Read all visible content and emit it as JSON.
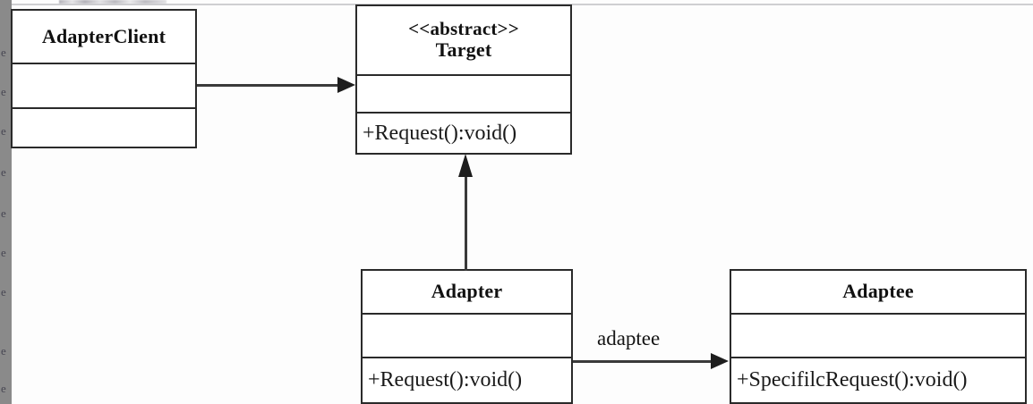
{
  "diagram": {
    "type": "uml-class-diagram",
    "pattern": "Adapter",
    "background_color": "#fdfdfd",
    "line_color": "#3a3a3a",
    "border_color": "#2a2a2a"
  },
  "classes": {
    "client": {
      "name": "AdapterClient",
      "stereotype": "",
      "attributes": "",
      "operations": ""
    },
    "target": {
      "stereotype": "<<abstract>>",
      "name": "Target",
      "attributes": "",
      "operations": "+Request():void()"
    },
    "adapter": {
      "name": "Adapter",
      "stereotype": "",
      "attributes": "",
      "operations": "+Request():void()"
    },
    "adaptee": {
      "name": "Adaptee",
      "stereotype": "",
      "attributes": "",
      "operations": "+SpecifilcRequest():void()"
    }
  },
  "relationships": {
    "client_to_target": {
      "label": "",
      "kind": "association-arrow"
    },
    "adapter_to_target": {
      "label": "",
      "kind": "generalization-arrow"
    },
    "adapter_to_adaptee": {
      "label": "adaptee",
      "kind": "association-arrow"
    }
  },
  "scan_artifacts": {
    "margin_glyphs": [
      "e",
      "e",
      "e",
      "e",
      "e",
      "e",
      "e",
      "e",
      "e",
      "e"
    ]
  }
}
